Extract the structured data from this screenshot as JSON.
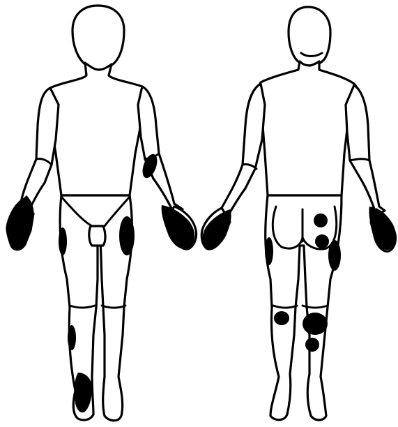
{
  "figure": {
    "views": [
      {
        "id": "anterior",
        "view": "front"
      },
      {
        "id": "posterior",
        "view": "back"
      }
    ],
    "lesion_color": "#000000",
    "outline_color": "#000000",
    "background": "#ffffff",
    "lesion_sites": {
      "anterior": [
        "left-forearm",
        "right-hand-and-wrist",
        "left-hand-and-wrist",
        "right-thigh-lateral",
        "left-thigh-lateral",
        "right-shin",
        "right-foot-dorsum"
      ],
      "posterior": [
        "both-hands-and-wrists",
        "buttocks",
        "posterior-thighs",
        "calves"
      ]
    }
  }
}
